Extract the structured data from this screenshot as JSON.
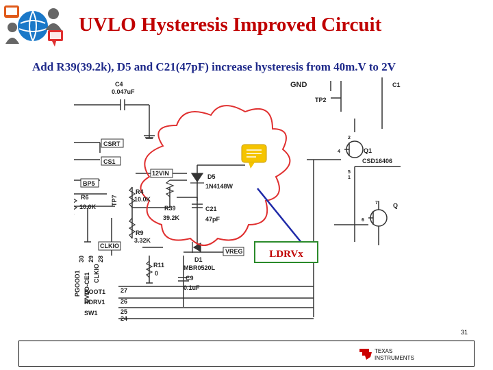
{
  "header": {
    "title": "UVLO Hysteresis Improved Circuit",
    "subtitle": "Add R39(39.2k), D5 and C21(47pF) increase hysteresis from 40m.V to 2V"
  },
  "schematic": {
    "labels": {
      "c4": "C4",
      "c4_val": "0.047uF",
      "gnd": "GND",
      "tp2": "TP2",
      "c1": "C1",
      "q1": "Q1",
      "csd": "CSD16406",
      "q": "Q",
      "csrt": "CSRT",
      "cs1": "CS1",
      "bp5": "BP5",
      "r6": "R6",
      "r6_val": "10.0K",
      "tp7": "TP7",
      "v12": "12VIN",
      "r4": "R4",
      "r4_val": "10.0K",
      "d5": "D5",
      "d5_val": "1N4148W",
      "r39": "R39",
      "r39_val": "39.2K",
      "c21": "C21",
      "c21_val": "47pF",
      "r9": "R9",
      "r9_val": "3.32K",
      "clkio": "CLKIO",
      "vreg": "VREG",
      "d1": "D1",
      "d1_val": "MBR0520L",
      "r11": "R11",
      "r11_val": "0",
      "c9": "C9",
      "c9_val": "0.1uF",
      "boot1": "BOOT1",
      "hdrv1": "HDRV1",
      "sw1": "SW1",
      "p27": "27",
      "p26": "26",
      "p25": "25",
      "p24": "24",
      "pgood": "PGOOD1",
      "uvlo": "UVLO-CE1",
      "clkio_v": "CLKIO",
      "p30": "30",
      "p29": "29",
      "p28": "28",
      "pin_a": "4",
      "pin_b": "5",
      "pin_c": "2",
      "pin_d": "7",
      "pin_e": "6",
      "pin_f": "1"
    },
    "callout": "LDRVx"
  },
  "footer": {
    "page_number": "31",
    "brand_line1": "TEXAS",
    "brand_line2": "INSTRUMENTS"
  },
  "colors": {
    "title": "#c00000",
    "subtitle": "#1f2a8a",
    "cloud": "#e03030",
    "callout_border": "#2a8a2a",
    "callout_text": "#c00000",
    "arrow": "#1f2aa8",
    "bubble": "#f5c400",
    "ti_red": "#cc0000"
  }
}
